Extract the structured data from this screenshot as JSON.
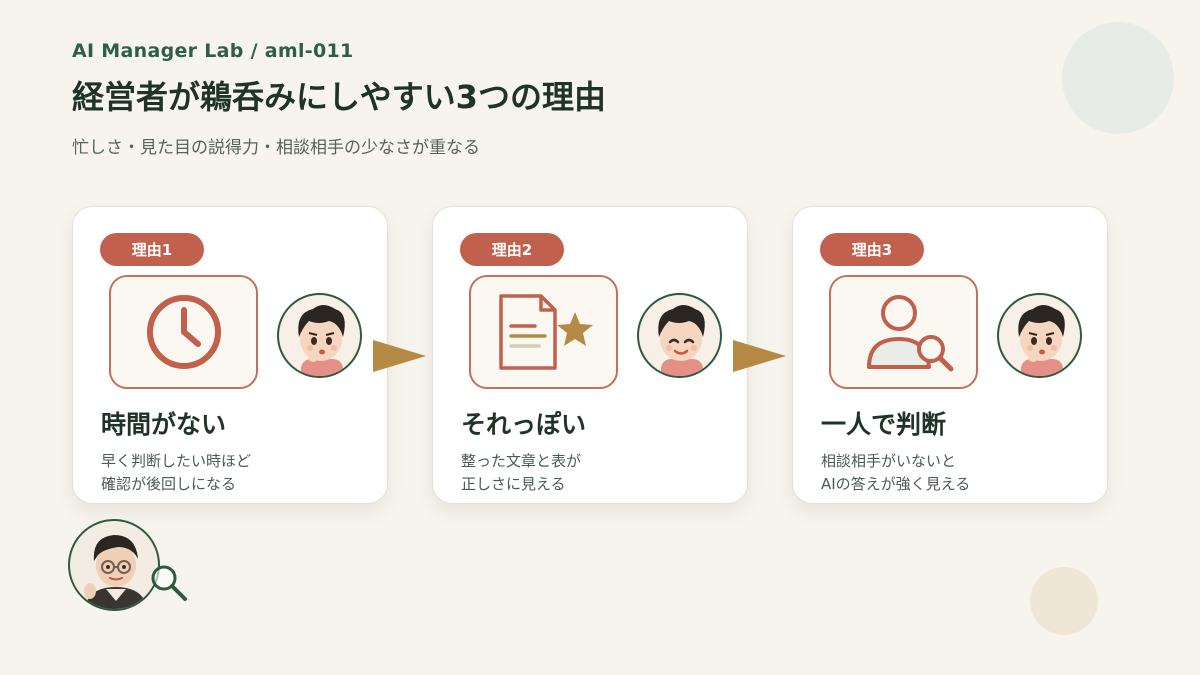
{
  "header": {
    "eyebrow": "AI Manager Lab / aml-011",
    "title": "経営者が鵜呑みにしやすい3つの理由",
    "subtitle": "忙しさ・見た目の説得力・相談相手の少なさが重なる"
  },
  "cards": [
    {
      "badge": "理由1",
      "title": "時間がない",
      "desc_line1": "早く判断したい時ほど",
      "desc_line2": "確認が後回しになる",
      "icon": "clock-icon",
      "avatar_expression": "worried"
    },
    {
      "badge": "理由2",
      "title": "それっぽい",
      "desc_line1": "整った文章と表が",
      "desc_line2": "正しさに見える",
      "icon": "document-star-icon",
      "avatar_expression": "smiling"
    },
    {
      "badge": "理由3",
      "title": "一人で判断",
      "desc_line1": "相談相手がいないと",
      "desc_line2": "AIの答えが強く見える",
      "icon": "person-search-icon",
      "avatar_expression": "worried"
    }
  ],
  "colors": {
    "background": "#f7f4ee",
    "accent": "#c0604d",
    "brand_green": "#2e5f44",
    "arrow": "#b58a45"
  }
}
